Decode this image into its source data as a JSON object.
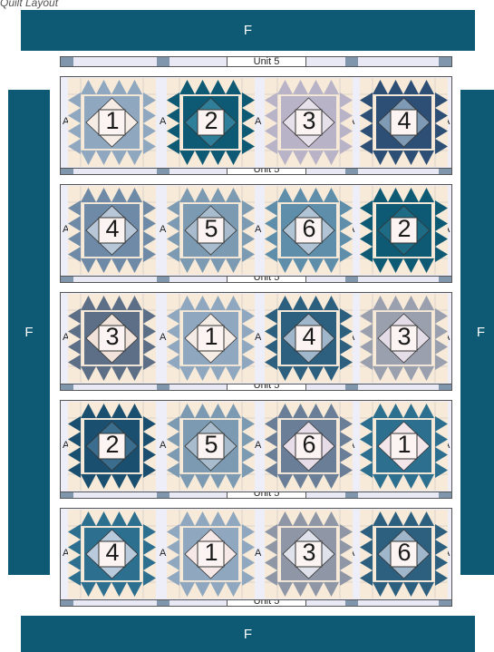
{
  "header": {
    "text": "Quilt Layout"
  },
  "borders": {
    "top": "F",
    "bottom": "F",
    "left": "F",
    "right": "F"
  },
  "sashing_label": "Unit 5",
  "side_unit_label": "A",
  "rows": [
    {
      "blocks": [
        {
          "number": "1",
          "dark": "#8fa8c0",
          "center": "#f6ece6"
        },
        {
          "number": "2",
          "dark": "#0e5a74",
          "center": "#2f7f9a"
        },
        {
          "number": "3",
          "dark": "#b9b3c7",
          "center": "#e6e0ea"
        },
        {
          "number": "4",
          "dark": "#2d4f75",
          "center": "#7f9ab5"
        }
      ]
    },
    {
      "blocks": [
        {
          "number": "4",
          "dark": "#6f8aa6",
          "center": "#b7c7d8"
        },
        {
          "number": "5",
          "dark": "#7c9ab1",
          "center": "#a9bccd"
        },
        {
          "number": "6",
          "dark": "#5e8eaa",
          "center": "#b0c4d6"
        },
        {
          "number": "2",
          "dark": "#0e5a74",
          "center": "#1e6b86"
        }
      ]
    },
    {
      "blocks": [
        {
          "number": "3",
          "dark": "#5d6f87",
          "center": "#f2e3da"
        },
        {
          "number": "1",
          "dark": "#8fa8c0",
          "center": "#f6ece6"
        },
        {
          "number": "4",
          "dark": "#2d5f7f",
          "center": "#9fb6cb"
        },
        {
          "number": "3",
          "dark": "#9aa0ae",
          "center": "#e4dce6"
        }
      ]
    },
    {
      "blocks": [
        {
          "number": "2",
          "dark": "#1b4f6f",
          "center": "#3b6e8e"
        },
        {
          "number": "5",
          "dark": "#7c9ab1",
          "center": "#a9bccd"
        },
        {
          "number": "6",
          "dark": "#6a7f97",
          "center": "#e6dde8"
        },
        {
          "number": "1",
          "dark": "#2d6f8f",
          "center": "#f3e6ea"
        }
      ]
    },
    {
      "blocks": [
        {
          "number": "4",
          "dark": "#2d6f8f",
          "center": "#b8cadb"
        },
        {
          "number": "1",
          "dark": "#8fa8c0",
          "center": "#f6e8e6"
        },
        {
          "number": "3",
          "dark": "#8f97a6",
          "center": "#dfe2ea"
        },
        {
          "number": "6",
          "dark": "#2d5f7f",
          "center": "#9fb6cb"
        }
      ]
    }
  ],
  "colors": {
    "border": "#0e5a74",
    "background_light": "#f7ead9",
    "sashing": "#e9e9f6",
    "sashing_dark": "#7f96ad"
  }
}
